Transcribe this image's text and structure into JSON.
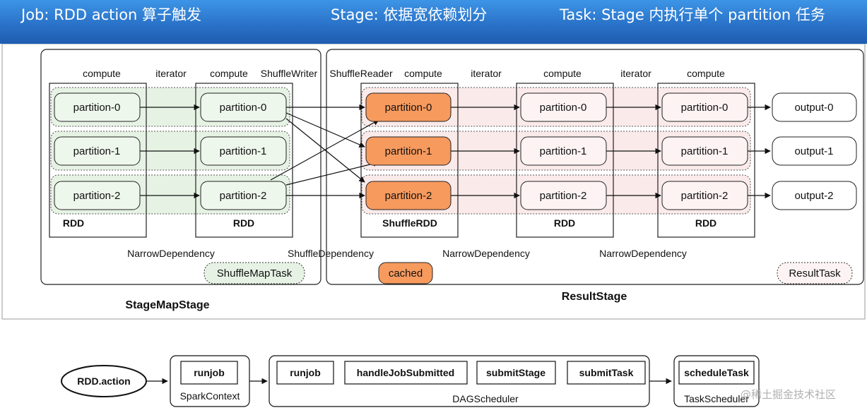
{
  "banner": {
    "job": "Job: RDD action 算子触发",
    "stage": "Stage: 依据宽依赖划分",
    "task": "Task: Stage 内执行单个 partition 任务"
  },
  "labels": {
    "compute": "compute",
    "iterator": "iterator",
    "shuffle_writer": "ShuffleWriter",
    "shuffle_reader": "ShuffleReader",
    "rdd": "RDD",
    "shuffle_rdd": "ShuffleRDD",
    "narrow_dependency": "NarrowDependency",
    "shuffle_dependency": "ShuffleDependency",
    "shuffle_map_task": "ShuffleMapTask",
    "result_task": "ResultTask",
    "cached": "cached",
    "stage_map_stage": "StageMapStage",
    "result_stage": "ResultStage"
  },
  "partitions": [
    "partition-0",
    "partition-1",
    "partition-2"
  ],
  "outputs": [
    "output-0",
    "output-1",
    "output-2"
  ],
  "flow": {
    "rdd_action": "RDD.action",
    "runjob": "runjob",
    "spark_context": "SparkContext",
    "dag_items": [
      "runjob",
      "handleJobSubmitted",
      "submitStage",
      "submitTask"
    ],
    "dag_scheduler": "DAGScheduler",
    "schedule_task": "scheduleTask",
    "task_scheduler": "TaskScheduler"
  },
  "watermark": "@稀土掘金技术社区",
  "colors": {
    "banner_top": "#3d95e6",
    "banner_bottom": "#1f5cb0",
    "green_fill": "#e6f3e4",
    "green_partition": "#eef7ec",
    "orange_fill": "#f79a5e",
    "pink_fill": "#fbeaea",
    "pink_partition": "#fdf3f3"
  }
}
